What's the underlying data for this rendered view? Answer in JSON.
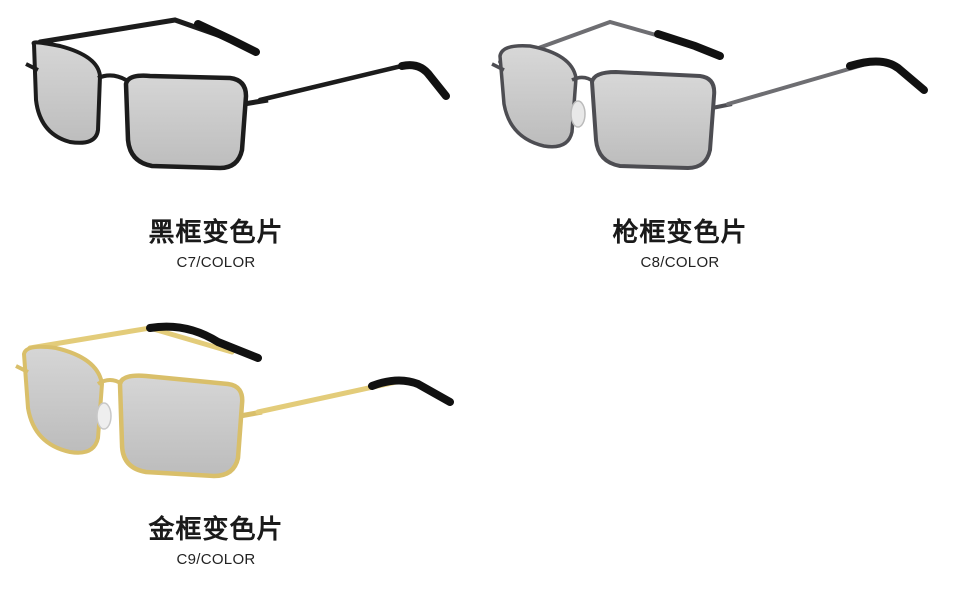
{
  "products": [
    {
      "name": "黑框变色片",
      "code": "C7/COLOR",
      "frame_color": "#1c1c1c",
      "temple_color": "#1c1c1c",
      "tip_color": "#111111"
    },
    {
      "name": "枪框变色片",
      "code": "C8/COLOR",
      "frame_color": "#4d4d52",
      "temple_color": "#6e6e72",
      "tip_color": "#111111"
    },
    {
      "name": "金框变色片",
      "code": "C9/COLOR",
      "frame_color": "#d9bf6a",
      "temple_color": "#e3cc7a",
      "tip_color": "#111111"
    }
  ],
  "lens_color": "#c9c9c9"
}
